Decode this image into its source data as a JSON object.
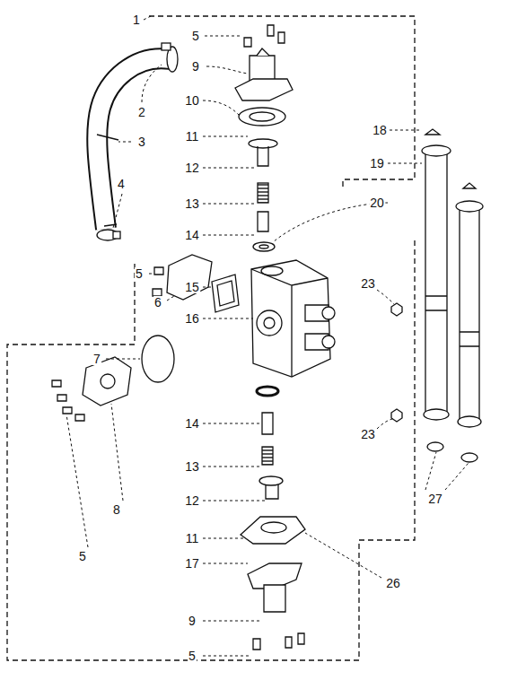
{
  "diagram": {
    "labels": [
      "1",
      "5",
      "9",
      "2",
      "10",
      "3",
      "11",
      "18",
      "19",
      "12",
      "4",
      "13",
      "20",
      "14",
      "5",
      "6",
      "15",
      "23",
      "16",
      "7",
      "14",
      "23",
      "13",
      "27",
      "12",
      "8",
      "5",
      "11",
      "17",
      "26",
      "9",
      "5"
    ]
  }
}
